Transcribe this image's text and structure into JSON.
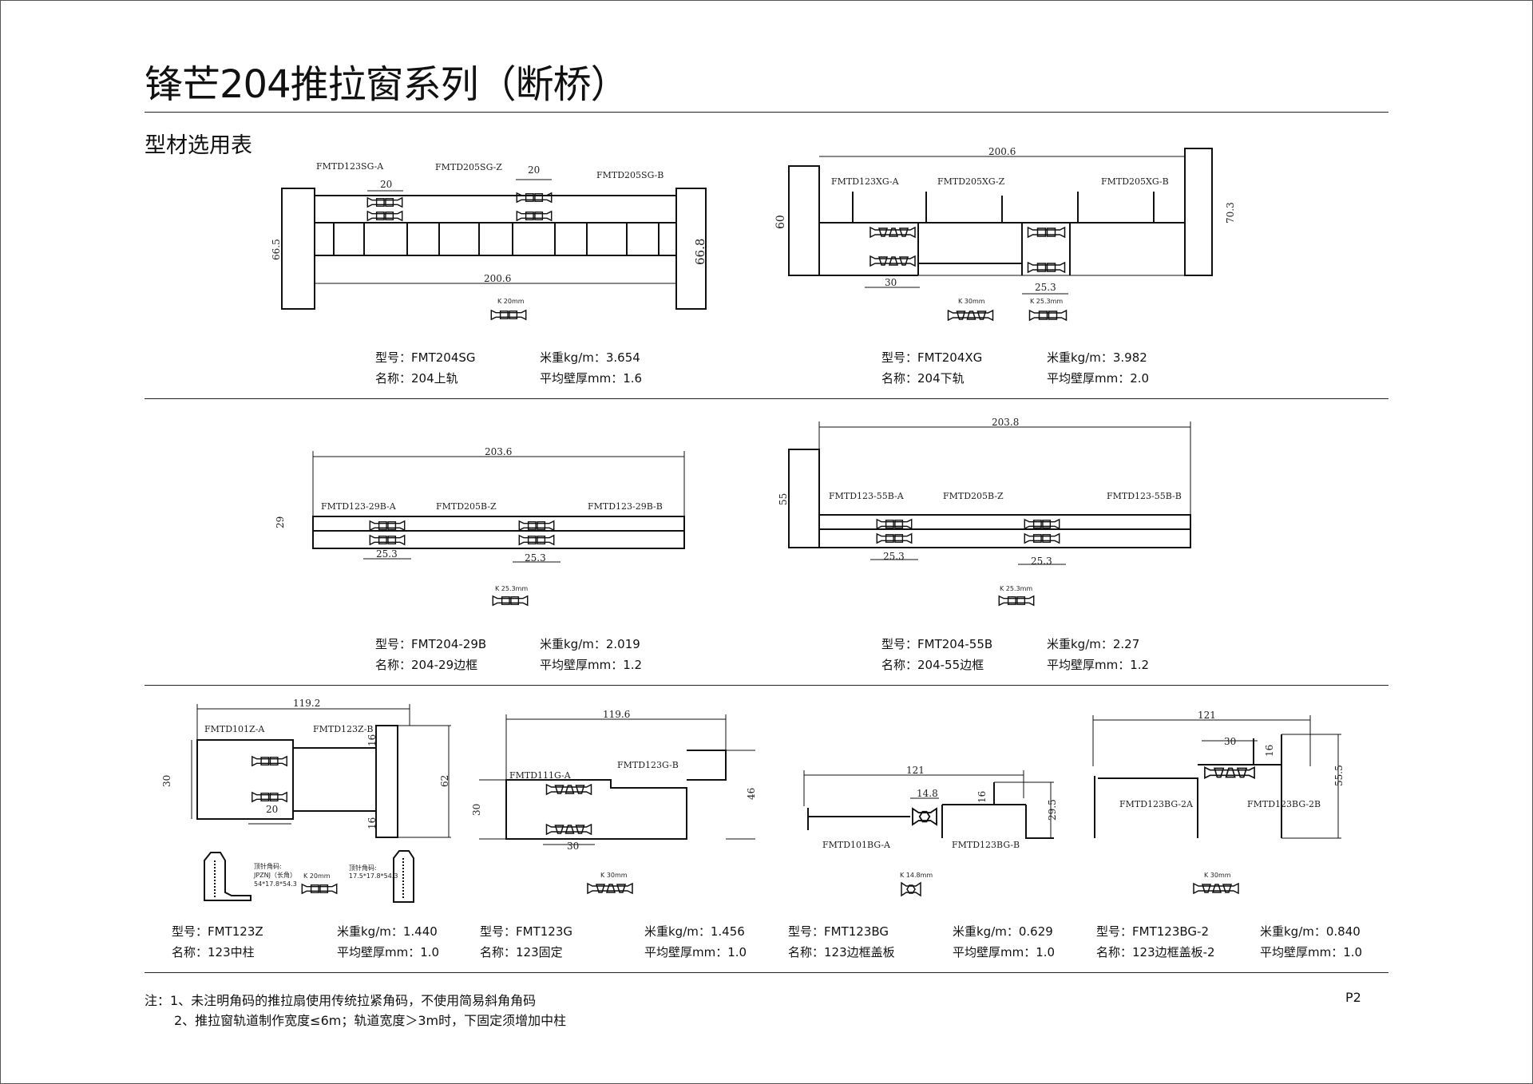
{
  "title": "锋芒204推拉窗系列（断桥）",
  "subtitle": "型材选用表",
  "page_number": "P2",
  "spec_labels": {
    "model": "型号：",
    "name": "名称：",
    "weight": "米重kg/m：",
    "thickness": "平均壁厚mm："
  },
  "panels": [
    {
      "model": "FMT204SG",
      "name": "204上轨",
      "weight": "3.654",
      "thickness": "1.6",
      "parts": [
        "FMTD123SG-A",
        "FMTD205SG-Z",
        "FMTD205SG-B"
      ],
      "dims": [
        "20",
        "20",
        "200.6",
        "66.5",
        "66.8"
      ],
      "k": [
        "K 20mm"
      ]
    },
    {
      "model": "FMT204XG",
      "name": "204下轨",
      "weight": "3.982",
      "thickness": "2.0",
      "parts": [
        "FMTD123XG-A",
        "FMTD205XG-Z",
        "FMTD205XG-B"
      ],
      "dims": [
        "200.6",
        "60",
        "70.3",
        "30",
        "25.3"
      ],
      "k": [
        "K 30mm",
        "K 25.3mm"
      ]
    },
    {
      "model": "FMT204-29B",
      "name": "204-29边框",
      "weight": "2.019",
      "thickness": "1.2",
      "parts": [
        "FMTD123-29B-A",
        "FMTD205B-Z",
        "FMTD123-29B-B"
      ],
      "dims": [
        "203.6",
        "29",
        "25.3",
        "25.3"
      ],
      "k": [
        "K 25.3mm"
      ]
    },
    {
      "model": "FMT204-55B",
      "name": "204-55边框",
      "weight": "2.27",
      "thickness": "1.2",
      "parts": [
        "FMTD123-55B-A",
        "FMTD205B-Z",
        "FMTD123-55B-B"
      ],
      "dims": [
        "203.8",
        "55",
        "25.3",
        "25.3"
      ],
      "k": [
        "K 25.3mm"
      ]
    },
    {
      "model": "FMT123Z",
      "name": "123中柱",
      "weight": "1.440",
      "thickness": "1.0",
      "parts": [
        "FMTD101Z-A",
        "FMTD123Z-B"
      ],
      "dims": [
        "119.2",
        "30",
        "62",
        "16",
        "16",
        "20"
      ],
      "k": [
        "K 20mm"
      ],
      "corner_codes": [
        {
          "line1": "顶针角码:",
          "line2": "JPZNJ（长角）",
          "line3": "54*17.8*54.3"
        },
        {
          "line1": "顶针角码:",
          "line2": "17.5*17.8*54.3"
        }
      ]
    },
    {
      "model": "FMT123G",
      "name": "123固定",
      "weight": "1.456",
      "thickness": "1.0",
      "parts": [
        "FMTD111G-A",
        "FMTD123G-B"
      ],
      "dims": [
        "119.6",
        "30",
        "46",
        "30"
      ],
      "k": [
        "K 30mm"
      ]
    },
    {
      "model": "FMT123BG",
      "name": "123边框盖板",
      "weight": "0.629",
      "thickness": "1.0",
      "parts": [
        "FMTD101BG-A",
        "FMTD123BG-B"
      ],
      "dims": [
        "121",
        "14.8",
        "16",
        "29.5"
      ],
      "k": [
        "K 14.8mm"
      ]
    },
    {
      "model": "FMT123BG-2",
      "name": "123边框盖板-2",
      "weight": "0.840",
      "thickness": "1.0",
      "parts": [
        "FMTD123BG-2A",
        "FMTD123BG-2B"
      ],
      "dims": [
        "121",
        "30",
        "16",
        "55.5"
      ],
      "k": [
        "K 30mm"
      ]
    }
  ],
  "notes": [
    "注：1、未注明角码的推拉扇使用传统拉紧角码，不使用简易斜角角码",
    "2、推拉窗轨道制作宽度≤6m；轨道宽度＞3m时，下固定须增加中柱"
  ]
}
